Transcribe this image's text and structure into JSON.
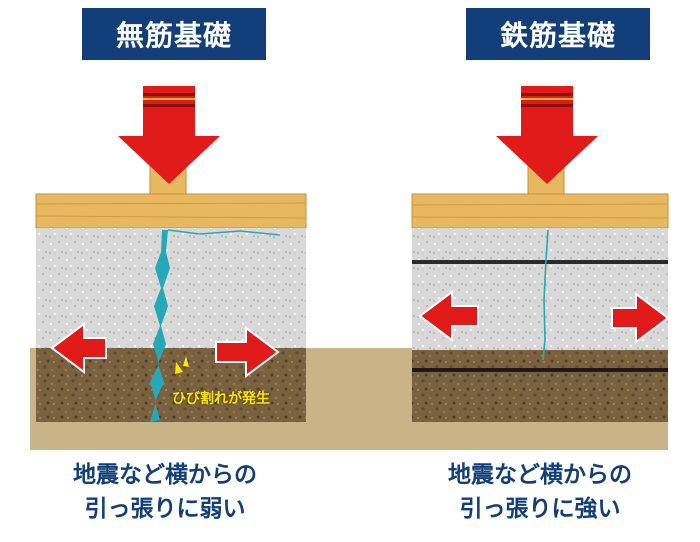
{
  "left": {
    "title": "無筋基礎",
    "crack_label": "ひび割れが発生",
    "caption_line1": "地震など横からの",
    "caption_line2": "引っ張りに弱い"
  },
  "right": {
    "title": "鉄筋基礎",
    "caption_line1": "地震など横からの",
    "caption_line2": "引っ張りに強い"
  },
  "colors": {
    "title_bg": "#123e7a",
    "caption_text": "#123e7a",
    "arrow_red": "#e11a1a",
    "crack_cyan": "#27a8b8",
    "crack_label": "#ffe600",
    "wood": "#e8b860",
    "concrete": "#d6d6d6",
    "soil": "#7a6240",
    "ground": "#c9b487",
    "rebar": "#2a2a2a"
  }
}
